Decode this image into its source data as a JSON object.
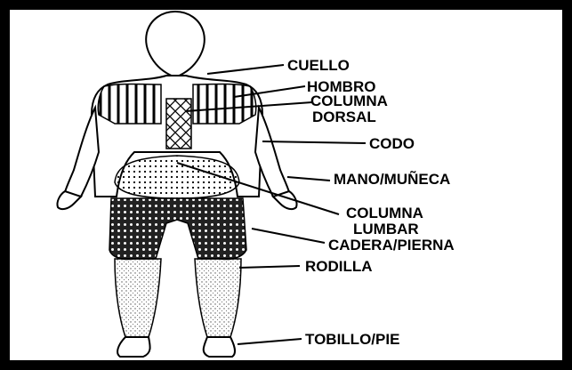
{
  "labels": {
    "neck": "CUELLO",
    "shoulder": "HOMBRO",
    "dorsal_1": "COLUMNA",
    "dorsal_2": "DORSAL",
    "elbow": "CODO",
    "hand_wrist": "MANO/MUÑECA",
    "lumbar_1": "COLUMNA",
    "lumbar_2": "LUMBAR",
    "hip_leg": "CADERA/PIERNA",
    "knee": "RODILLA",
    "ankle_foot": "TOBILLO/PIE"
  },
  "colors": {
    "background": "#000000",
    "panel": "#ffffff",
    "ink": "#000000"
  }
}
